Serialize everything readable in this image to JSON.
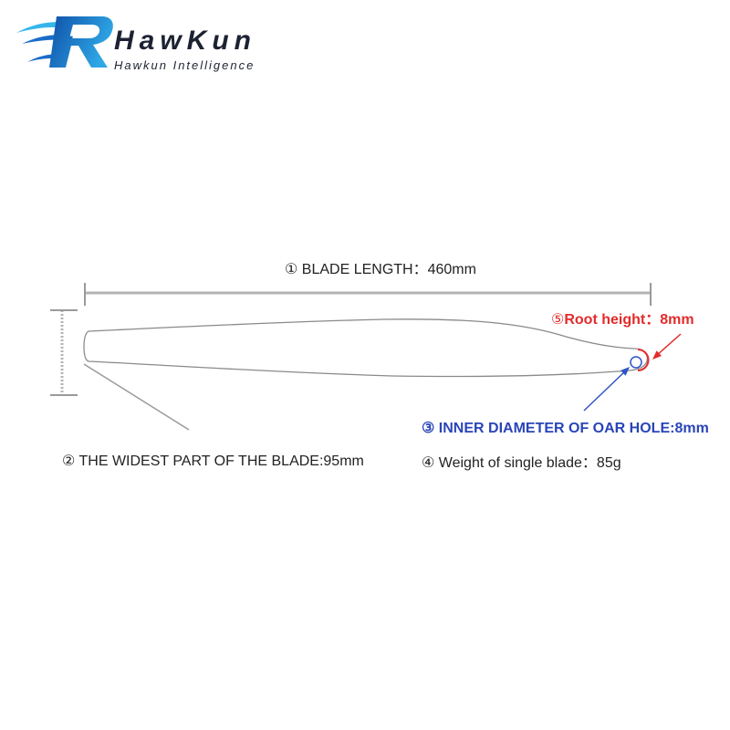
{
  "logo": {
    "brand": "HawKun",
    "tagline": "Hawkun Intelligence",
    "mark_icon": "stylized-r-swoosh-icon",
    "colors": {
      "primary": "#0e4fa8",
      "accent": "#2fa8e6",
      "swoosh_light": "#35b6ea",
      "swoosh_dark": "#1b6cc9",
      "text": "#1d2233"
    }
  },
  "annotations": {
    "blade_length": "① BLADE LENGTH：460mm",
    "widest_part": "② THE WIDEST PART OF THE BLADE:95mm",
    "oar_hole": "③ INNER DIAMETER OF OAR HOLE:8mm",
    "weight": "④ Weight of single blade：85g",
    "root_height": {
      "marker": "⑤",
      "text": "Root height：8mm"
    }
  },
  "colors": {
    "dimension_line": "#b4b4b4",
    "dimension_tick": "#9a9a9a",
    "blade_outline": "#8a8a8a",
    "leader_line": "#9a9a9a",
    "oar_hole": "#2f55c8",
    "root_height": "#e32b2b",
    "label_text": "#222222"
  }
}
